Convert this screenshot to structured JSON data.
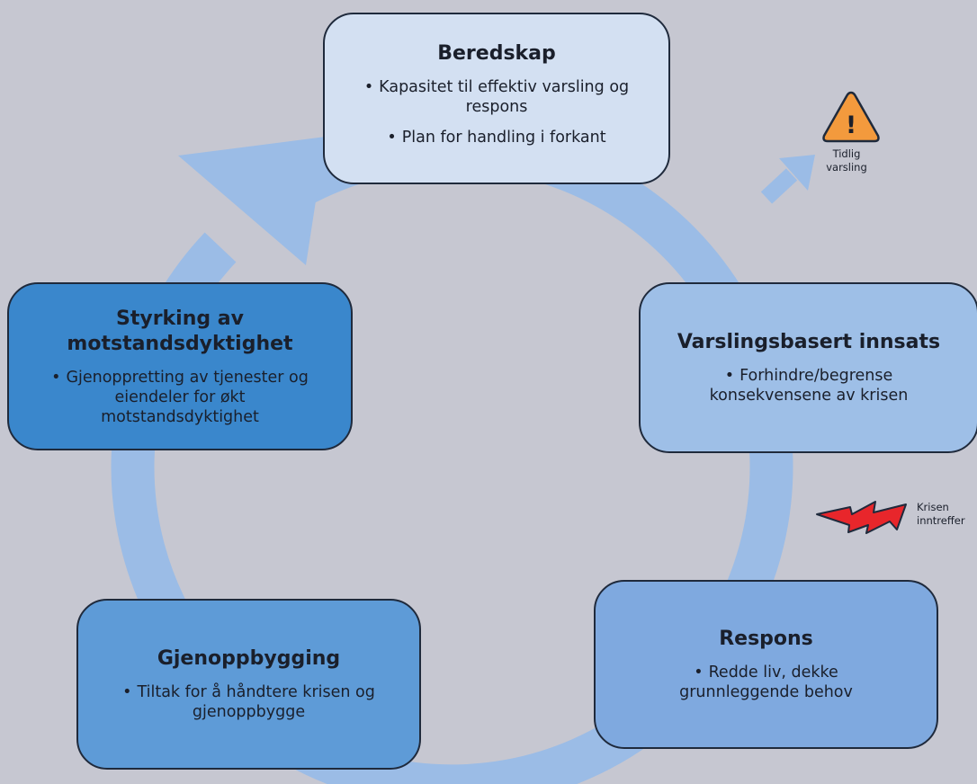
{
  "colors": {
    "background": "#c6c7d1",
    "cycle_arrow": "#9bbce6",
    "border": "#1f2a3c",
    "warning_fill": "#f39a3d",
    "bolt_fill": "#e8262b"
  },
  "stages": {
    "beredskap": {
      "title": "Beredskap",
      "bullets": [
        "Kapasitet til effektiv varsling og respons",
        "Plan for handling i forkant"
      ]
    },
    "varsling": {
      "title": "Varslingsbasert innsats",
      "bullets": [
        "Forhindre/begrense konsekvensene av krisen"
      ]
    },
    "respons": {
      "title": "Respons",
      "bullets": [
        "Redde liv, dekke grunnleggende behov"
      ]
    },
    "gjenoppbygging": {
      "title": "Gjenoppbygging",
      "bullets": [
        "Tiltak for å håndtere krisen og gjenoppbygge"
      ]
    },
    "styrking": {
      "title": "Styrking av motstandsdyktighet",
      "bullets": [
        "Gjenoppretting av tjenester og eiendeler for økt motstandsdyktighet"
      ]
    }
  },
  "bullet_symbol": "•",
  "markers": {
    "early_warning": {
      "icon": "warning-triangle-icon",
      "symbol": "!",
      "label": "Tidlig varsling"
    },
    "crisis": {
      "icon": "lightning-bolt-icon",
      "label": "Krisen inntreffer"
    }
  }
}
